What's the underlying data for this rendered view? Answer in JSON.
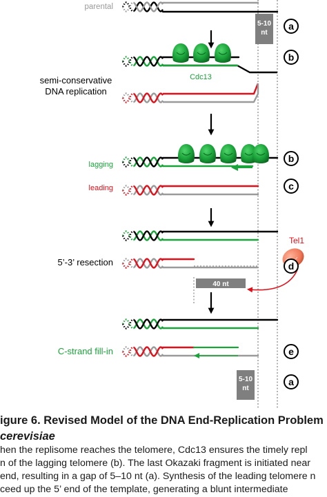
{
  "figure": {
    "labels": {
      "parental": "parental",
      "semi_conservative": [
        "semi-conservative",
        "DNA replication"
      ],
      "cdc13": "Cdc13",
      "lagging": "lagging",
      "leading": "leading",
      "resection": "5’-3’ resection",
      "fill_in": "C-strand fill-in",
      "tel1": "Tel1",
      "gap_top": [
        "5-10",
        "nt"
      ],
      "gap_bottom": [
        "5-10",
        "nt"
      ],
      "overhang": "40 nt"
    },
    "states": [
      "a",
      "b",
      "b",
      "c",
      "d",
      "e",
      "a"
    ],
    "colors": {
      "black": "#000000",
      "green": "#1aa33a",
      "red": "#e0101a",
      "gray": "#9a9a9a",
      "box": "#7f7f7f",
      "tel1": "#f07a5a"
    }
  },
  "caption": {
    "title": "igure 6. Revised Model of the DNA End-Replication Problem",
    "subtitle": "cerevisiae",
    "lines": [
      "hen the replisome reaches the telomere, Cdc13 ensures the timely repl",
      "n of the lagging telomere (b). The last Okazaki fragment is initiated near",
      "end, resulting in a gap of 5–10 nt (a). Synthesis of the leading telomere n",
      "ceed up the 5’ end of the template, generating a blunt intermediate"
    ]
  }
}
